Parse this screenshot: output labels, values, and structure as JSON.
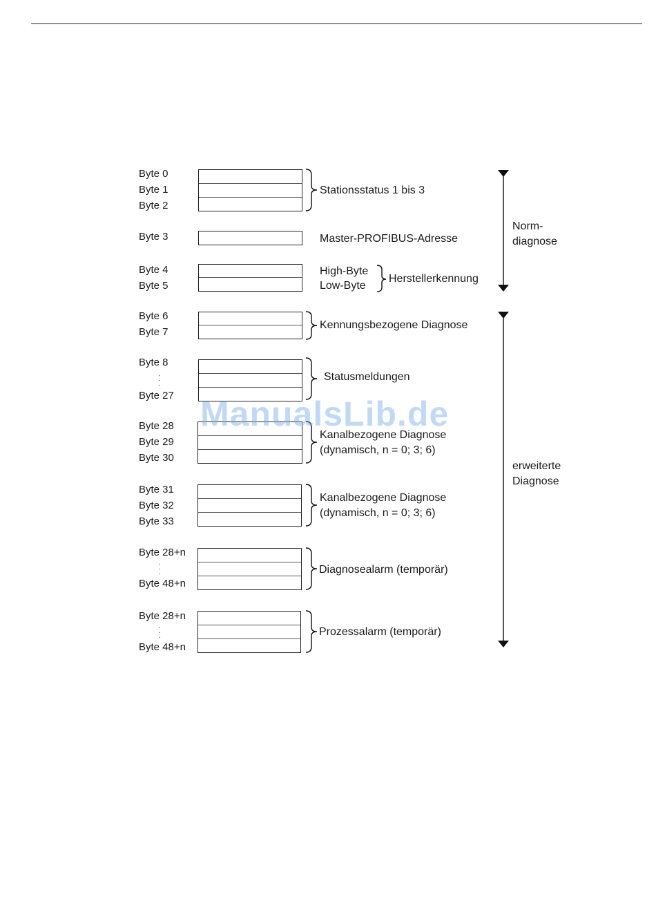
{
  "labels": {
    "b0": "Byte 0",
    "b1": "Byte 1",
    "b2": "Byte 2",
    "b3": "Byte 3",
    "b4": "Byte 4",
    "b5": "Byte 5",
    "b6": "Byte 6",
    "b7": "Byte 7",
    "b8": "Byte 8",
    "b27": "Byte 27",
    "b28": "Byte 28",
    "b29": "Byte 29",
    "b30": "Byte 30",
    "b31": "Byte 31",
    "b32": "Byte 32",
    "b33": "Byte 33",
    "b28n_a": "Byte 28+n",
    "b48n_a": "Byte 48+n",
    "b28n_b": "Byte 28+n",
    "b48n_b": "Byte 48+n"
  },
  "descriptions": {
    "stationsstatus": "Stationsstatus 1 bis 3",
    "master_adresse": "Master-PROFIBUS-Adresse",
    "high_byte": "High-Byte",
    "low_byte": "Low-Byte",
    "herstellerkennung": "Herstellerkennung",
    "kennungsbezogen": "Kennungsbezogene Diagnose",
    "statusmeldungen": "Statusmeldungen",
    "kanal1_line1": "Kanalbezogene Diagnose",
    "kanal1_line2": "(dynamisch, n = 0; 3; 6)",
    "kanal2_line1": "Kanalbezogene Diagnose",
    "kanal2_line2": "(dynamisch, n = 0; 3; 6)",
    "diagnosealarm": "Diagnosealarm (temporär)",
    "prozessalarm": "Prozessalarm (temporär)"
  },
  "ranges": {
    "norm_line1": "Norm-",
    "norm_line2": "diagnose",
    "erweitert_line1": "erweiterte",
    "erweitert_line2": "Diagnose"
  },
  "watermark": "ManualsLib.de"
}
